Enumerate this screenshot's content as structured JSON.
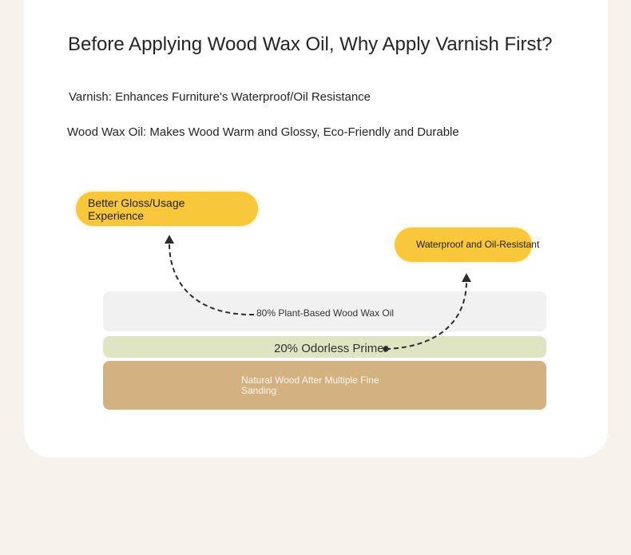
{
  "title": "Before Applying Wood Wax Oil, Why Apply Varnish First?",
  "points": {
    "varnish": "Varnish: Enhances Furniture's Waterproof/Oil Resistance",
    "wax_oil": "Wood Wax Oil: Makes Wood Warm and Glossy, Eco-Friendly and Durable"
  },
  "benefits": {
    "gloss": "Better Gloss/Usage Experience",
    "waterproof": "Waterproof and Oil-Resistant"
  },
  "layers": {
    "wax_oil": "80% Plant-Based Wood Wax Oil",
    "primer": "20% Odorless Primer",
    "wood": "Natural Wood After Multiple Fine Sanding"
  },
  "colors": {
    "accent_yellow": "#f9c73c",
    "oil_layer": "#f2f1f2",
    "primer_layer": "#dfe4c2",
    "wood_layer": "#d4b180",
    "background": "#f8f2ec"
  }
}
